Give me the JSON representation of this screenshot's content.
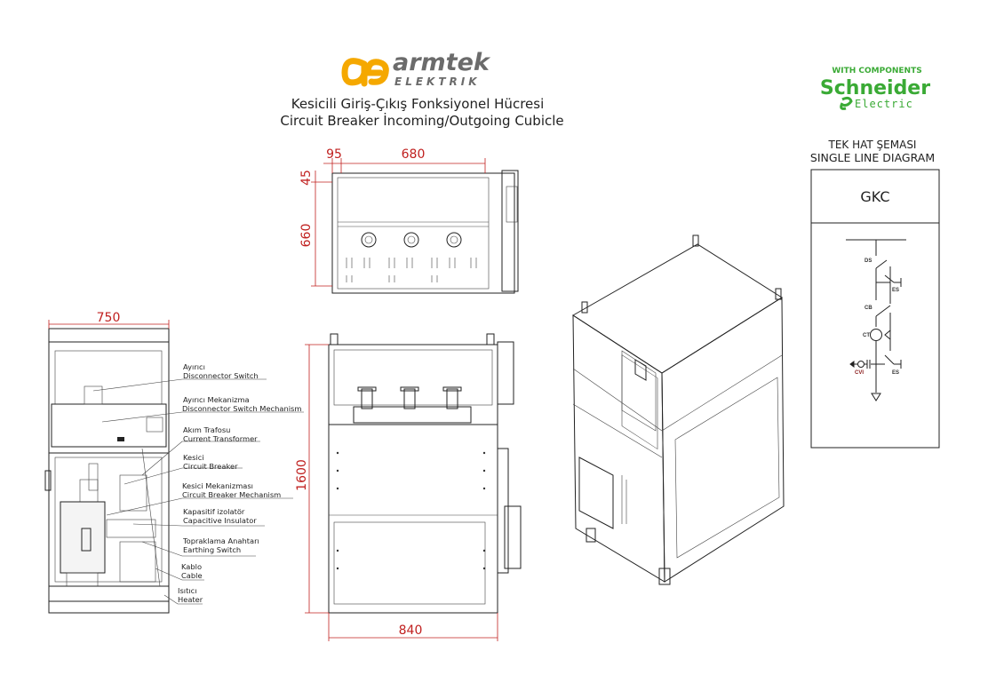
{
  "brand": {
    "name": "armtek",
    "sub": "ELEKTRIK",
    "accent": "#f5a800",
    "gray": "#6b6b6b"
  },
  "title": {
    "tr": "Kesicili Giriş-Çıkış Fonksiyonel Hücresi",
    "en": "Circuit Breaker İncoming/Outgoing Cubicle"
  },
  "partner": {
    "prefix": "WITH COMPONENTS",
    "name": "Schneider",
    "sub": "Electric",
    "color": "#3aaa35"
  },
  "dimensions": {
    "top_left": "95",
    "top_width": "680",
    "top_offset": "45",
    "top_depth": "660",
    "side_width": "750",
    "front_height": "1600",
    "front_width": "840"
  },
  "labels": [
    {
      "tr": "Ayırıcı",
      "en": "Disconnector Switch"
    },
    {
      "tr": "Ayırıcı Mekanizma",
      "en": "Disconnector Switch Mechanism"
    },
    {
      "tr": "Akım Trafosu",
      "en": "Current Transformer"
    },
    {
      "tr": "Kesici",
      "en": "Circuit Breaker"
    },
    {
      "tr": "Kesici Mekanizması",
      "en": "Circuit Breaker Mechanism"
    },
    {
      "tr": "Kapasitif izolatör",
      "en": "Capacitive Insulator"
    },
    {
      "tr": "Topraklama Anahtarı",
      "en": "Earthing Switch"
    },
    {
      "tr": "Kablo",
      "en": "Cable"
    },
    {
      "tr": "Isıtıcı",
      "en": "Heater"
    }
  ],
  "sld": {
    "title_tr": "TEK HAT ŞEMASI",
    "title_en": "SINGLE LINE DIAGRAM",
    "code": "GKC",
    "ds": "DS",
    "es1": "ES",
    "cb": "CB",
    "ct": "CT",
    "cvi": "CVI",
    "es2": "ES"
  }
}
